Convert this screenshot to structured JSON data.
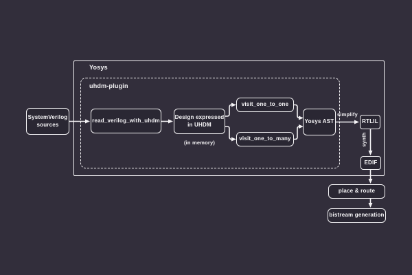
{
  "theme": {
    "bg": "#322e3b",
    "node-fill": "#2a2733",
    "line": "#f5f4f6",
    "text": "#f7f6f8"
  },
  "diagram": {
    "containers": {
      "yosys": {
        "label": "Yosys"
      },
      "uhdm_plugin": {
        "label": "uhdm-plugin"
      }
    },
    "nodes": {
      "sources": {
        "label": "SystemVerilog\nsources"
      },
      "read_verilog": {
        "label": "read_verilog_with_uhdm"
      },
      "design": {
        "label": "Design expressed\nin UHDM"
      },
      "visit_one_to_one": {
        "label": "visit_one_to_one"
      },
      "visit_one_to_many": {
        "label": "visit_one_to_many"
      },
      "yosys_ast": {
        "label": "Yosys AST"
      },
      "rtlil": {
        "label": "RTLIL"
      },
      "edif": {
        "label": "EDIF"
      },
      "place_route": {
        "label": "place & route"
      },
      "bitstream": {
        "label": "bistream generation"
      }
    },
    "notes": {
      "in_memory": "(in memory)"
    },
    "edge_labels": {
      "simplify": "simplify",
      "synth": "synth"
    }
  }
}
